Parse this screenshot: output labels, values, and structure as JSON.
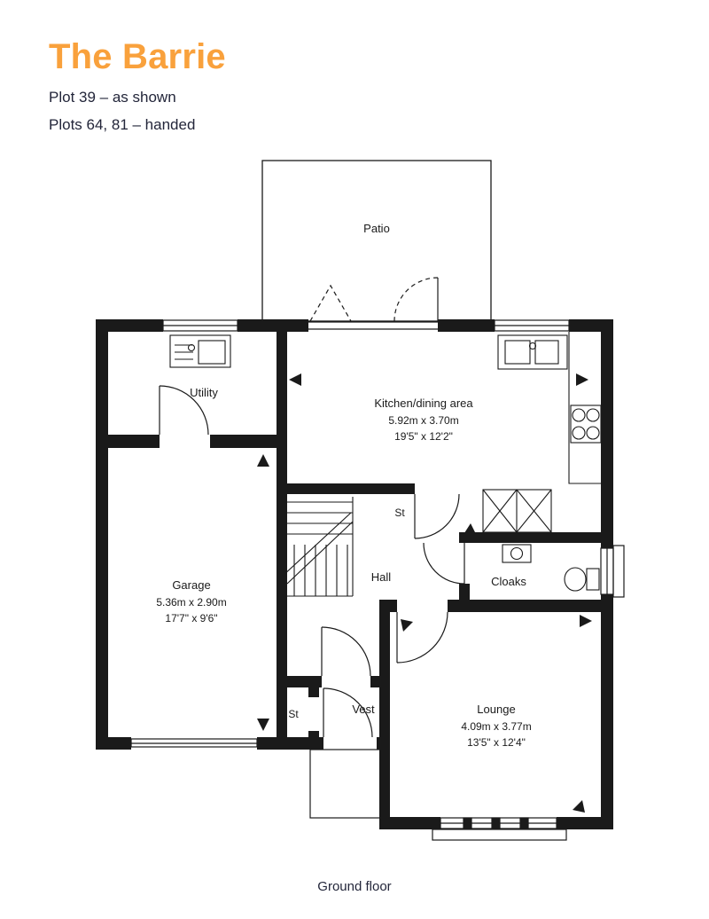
{
  "header": {
    "title": "The Barrie",
    "plot_line1": "Plot 39 – as shown",
    "plot_line2": "Plots 64, 81 – handed"
  },
  "colors": {
    "accent": "#F9A13C",
    "text": "#23263A",
    "plan_line": "#1A1A1A"
  },
  "floorplan": {
    "patio": "Patio",
    "rooms": {
      "utility": {
        "name": "Utility"
      },
      "kitchen": {
        "name": "Kitchen/dining area",
        "metric": "5.92m x 3.70m",
        "imperial": "19'5\" x 12'2\""
      },
      "garage": {
        "name": "Garage",
        "metric": "5.36m x 2.90m",
        "imperial": "17'7\" x 9'6\""
      },
      "store_hall": {
        "name": "St"
      },
      "hall": {
        "name": "Hall"
      },
      "cloaks": {
        "name": "Cloaks"
      },
      "lounge": {
        "name": "Lounge",
        "metric": "4.09m x 3.77m",
        "imperial": "13'5\" x 12'4\""
      },
      "vest": {
        "name": "Vest"
      },
      "store_vest": {
        "name": "St"
      }
    }
  },
  "caption": "Ground floor"
}
